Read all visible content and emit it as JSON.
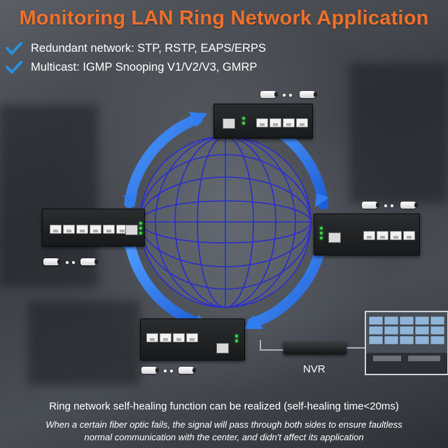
{
  "title": "Monitoring LAN Ring Network Application",
  "features": [
    {
      "icon": "checkmark-icon",
      "text": "Redundant network: STP, RSTP, EAPS/ERPS"
    },
    {
      "icon": "checkmark-icon",
      "text": "Multicast: IGMP Snooping V1/V2/V3, GMRP"
    }
  ],
  "nvr_label": "NVR",
  "caption": "Ring network self-healing function can be realized (self-healing time<20ms)",
  "subcaption_lines": [
    "When a certain fiber optic fails, the signal will pass through both sides to ensure faultless",
    "normal communication with the center, and didn't affect its application"
  ],
  "colors": {
    "title": "#f0702a",
    "check": "#2a8fe0",
    "ring": "#2f7df0",
    "globe": "#2a2dcf",
    "text": "#ffffff"
  }
}
